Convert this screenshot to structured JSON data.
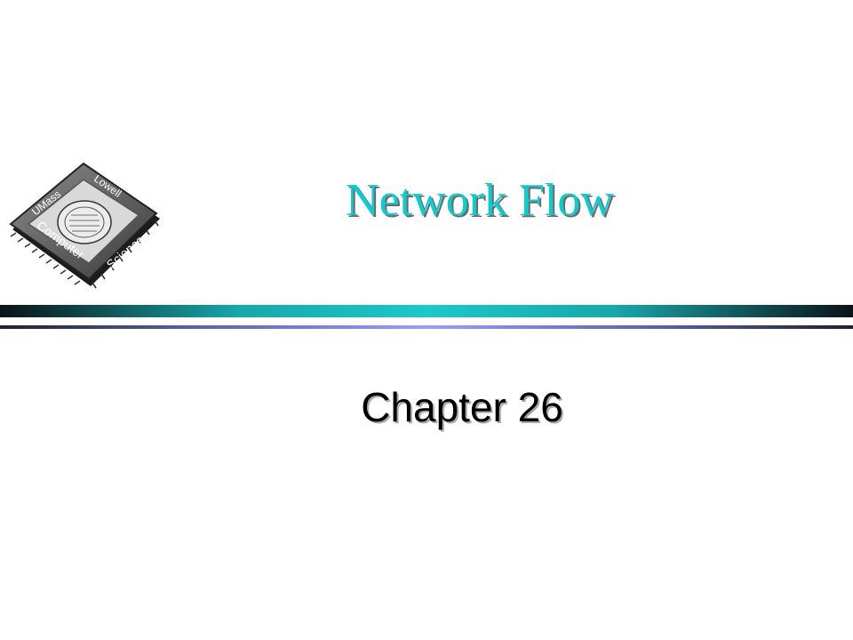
{
  "slide": {
    "title": "Network Flow",
    "subtitle": "Chapter 26"
  },
  "logo": {
    "text_top_left": "UMass",
    "text_top_right": "Lowell",
    "text_bottom_left": "Computer",
    "text_bottom_right": "Science"
  },
  "colors": {
    "title": "#14c8cc",
    "thick_bar_center": "#1cc8c8",
    "thin_bar_center": "#9aa0ee",
    "subtitle": "#000000"
  }
}
